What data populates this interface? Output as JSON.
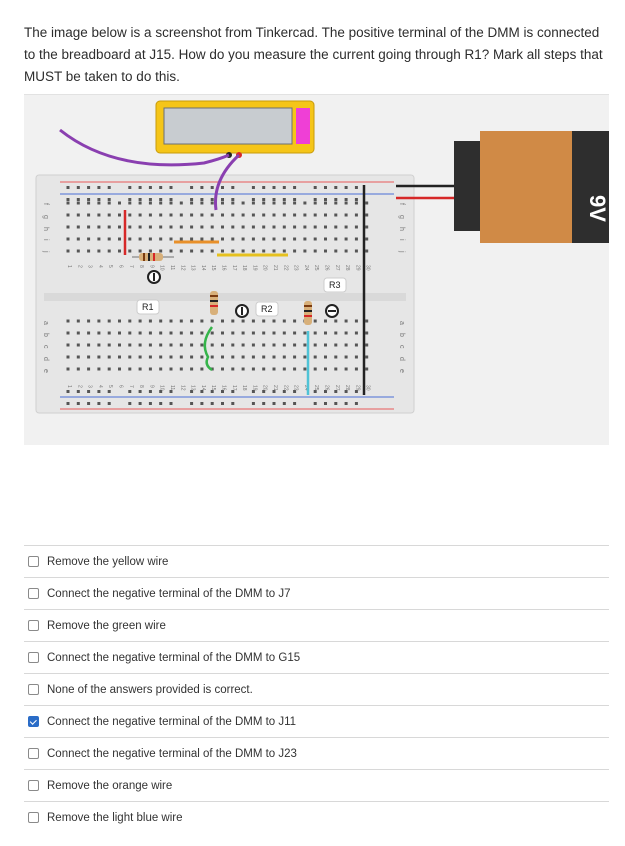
{
  "question": {
    "text": "The image below is a screenshot from Tinkercad. The positive terminal of the DMM is connected to the breadboard at J15. How do you measure the current going through R1? Mark all steps that MUST be taken to do this."
  },
  "figure": {
    "labels": {
      "r1": "R1",
      "r2": "R2",
      "r3": "R3",
      "battery": "9V"
    },
    "row_letters_top": [
      "f",
      "g",
      "h",
      "i",
      "j"
    ],
    "row_letters_bottom": [
      "a",
      "b",
      "c",
      "d",
      "e"
    ],
    "column_numbers": [
      "1",
      "2",
      "3",
      "4",
      "5",
      "6",
      "7",
      "8",
      "9",
      "10",
      "11",
      "12",
      "13",
      "14",
      "15",
      "16",
      "17",
      "18",
      "19",
      "20",
      "21",
      "22",
      "23",
      "24",
      "25",
      "26",
      "27",
      "28",
      "29",
      "30"
    ],
    "colors": {
      "background": "#f1f1f1",
      "breadboard": "#e6e6e6",
      "dmm_body": "#f5c518",
      "dmm_screen": "#c8ccd0",
      "dmm_accent": "#ef3fd6",
      "battery_body": "#d08a46",
      "battery_top": "#2e2e2e",
      "wire_purple": "#8a3fb0",
      "wire_yellow": "#e6c11f",
      "wire_orange": "#e8902a",
      "wire_green": "#35b44a",
      "wire_lightblue": "#4fc3d6",
      "wire_red": "#d62828",
      "wire_black": "#222222"
    }
  },
  "options": [
    {
      "label": "Remove the yellow wire",
      "checked": false
    },
    {
      "label": "Connect the negative terminal of the DMM to J7",
      "checked": false
    },
    {
      "label": "Remove the green wire",
      "checked": false
    },
    {
      "label": "Connect the negative terminal of the DMM to G15",
      "checked": false
    },
    {
      "label": "None of the answers provided is correct.",
      "checked": false
    },
    {
      "label": "Connect the negative terminal of the DMM to J11",
      "checked": true
    },
    {
      "label": "Connect the negative terminal of the DMM to J23",
      "checked": false
    },
    {
      "label": "Remove the orange wire",
      "checked": false
    },
    {
      "label": "Remove the light blue wire",
      "checked": false
    }
  ]
}
